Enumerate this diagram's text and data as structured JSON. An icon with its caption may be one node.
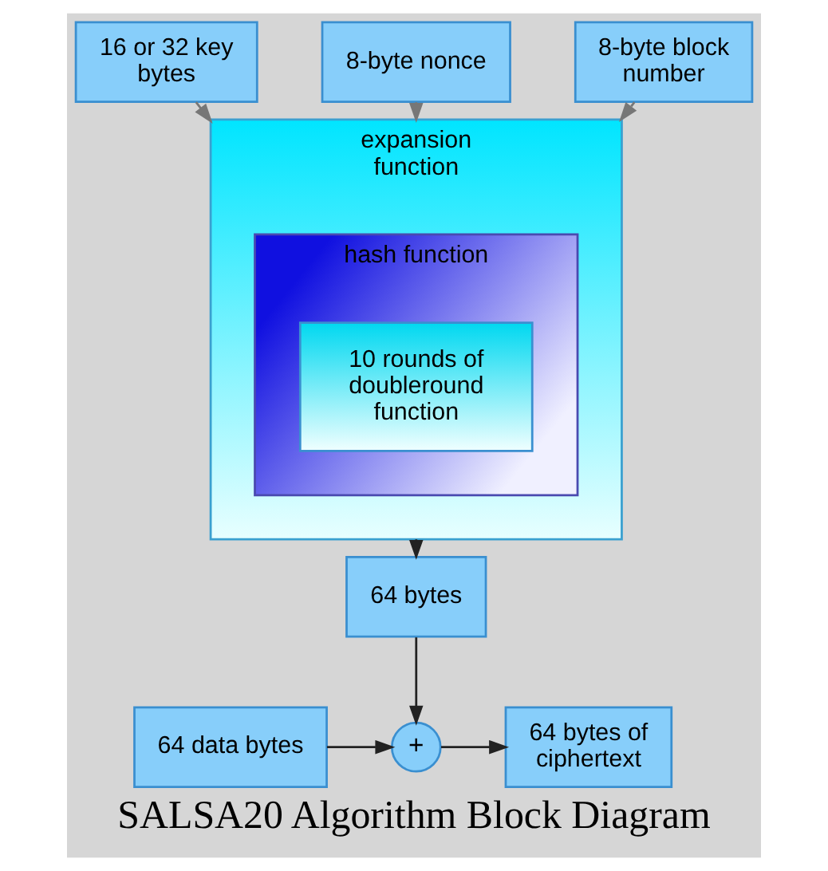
{
  "diagram": {
    "caption": "SALSA20 Algorithm Block Diagram",
    "nodes": [
      {
        "text": [
          "16 or 32 key bytes"
        ]
      },
      {
        "text": [
          "8-byte nonce"
        ]
      },
      {
        "text": [
          "8-byte block number"
        ]
      },
      {
        "text": [
          "expansion function"
        ]
      },
      {
        "text": [
          "hash function"
        ],
        "in": 3
      },
      {
        "text": [
          "10 rounds of doubleround function"
        ],
        "in": 4
      },
      {
        "text": [
          "64 bytes"
        ]
      },
      {
        "text": [
          "64 data bytes"
        ]
      },
      {
        "text": [
          "+"
        ]
      },
      {
        "text": [
          "64 bytes of ciphertext"
        ]
      }
    ],
    "edges": [
      {
        "from": 0,
        "to": 3,
        "arrow": "to",
        "style": "dashed"
      },
      {
        "from": 1,
        "to": 3,
        "arrow": "to",
        "style": "dashed"
      },
      {
        "from": 2,
        "to": 3,
        "arrow": "to",
        "style": "dashed"
      },
      {
        "from": 3,
        "to": 6,
        "arrow": "to"
      },
      {
        "from": 6,
        "to": 8,
        "arrow": "to"
      },
      {
        "from": 7,
        "to": 8,
        "arrow": "to"
      },
      {
        "from": 8,
        "to": 9,
        "arrow": "to"
      }
    ]
  }
}
